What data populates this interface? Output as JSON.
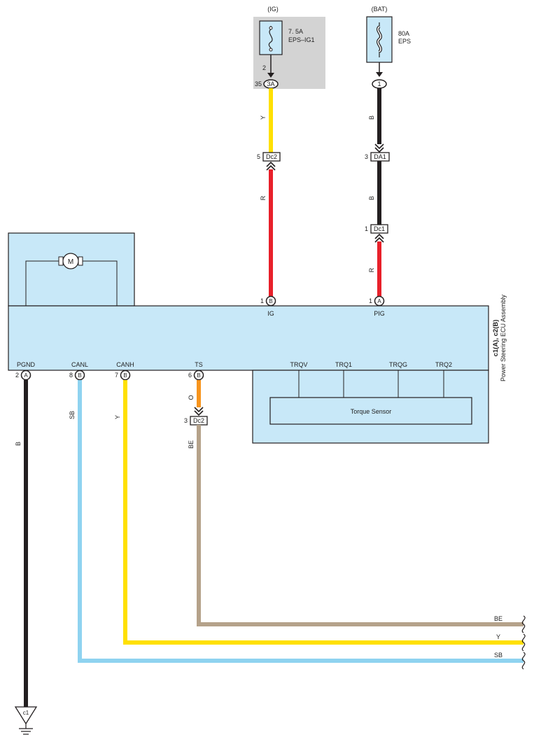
{
  "sources": {
    "ig": {
      "label": "(IG)",
      "fuse_rating": "7. 5A",
      "fuse_name": "EPS–IG1",
      "pin": "2",
      "connector_pin": "35",
      "connector": "3A"
    },
    "bat": {
      "label": "(BAT)",
      "fuse_rating": "80A",
      "fuse_name": "EPS",
      "connector": "1"
    }
  },
  "ecu": {
    "title": "c1(A), c2(B)",
    "subtitle": "Power Steering ECU Assembly",
    "motor_label": "M",
    "sensor_label": "Torque Sensor",
    "top_pins": [
      {
        "pin": "1",
        "conn": "B",
        "name": "IG"
      },
      {
        "pin": "1",
        "conn": "A",
        "name": "PIG"
      }
    ],
    "bottom_pins": [
      {
        "pin": "2",
        "conn": "A",
        "name": "PGND"
      },
      {
        "pin": "8",
        "conn": "B",
        "name": "CANL"
      },
      {
        "pin": "7",
        "conn": "B",
        "name": "CANH"
      },
      {
        "pin": "6",
        "conn": "B",
        "name": "TS"
      }
    ],
    "sensor_pins": [
      "TRQV",
      "TRQ1",
      "TRQG",
      "TRQ2"
    ]
  },
  "connectors": {
    "dc2_top": {
      "pin": "5",
      "name": "Dc2"
    },
    "da1": {
      "pin": "3",
      "name": "DA1"
    },
    "dc1": {
      "pin": "1",
      "name": "Dc1"
    },
    "dc2_bottom": {
      "pin": "3",
      "name": "Dc2"
    }
  },
  "wires": {
    "ig_y": "Y",
    "ig_r": "R",
    "bat_b1": "B",
    "bat_b2": "B",
    "bat_r": "R",
    "pgnd": "B",
    "canl": "SB",
    "canh": "Y",
    "ts_o": "O",
    "ts_be": "BE",
    "out_be": "BE",
    "out_y": "Y",
    "out_sb": "SB"
  },
  "ground": {
    "label": "c1"
  },
  "colors": {
    "yellow": "#ffe000",
    "red": "#e8202a",
    "black": "#231f20",
    "sky_blue": "#8fd3f0",
    "orange": "#f7941d",
    "beige": "#b5a28a",
    "ecu_fill": "#c8e8f8",
    "fuse_panel": "#d3d3d3"
  }
}
